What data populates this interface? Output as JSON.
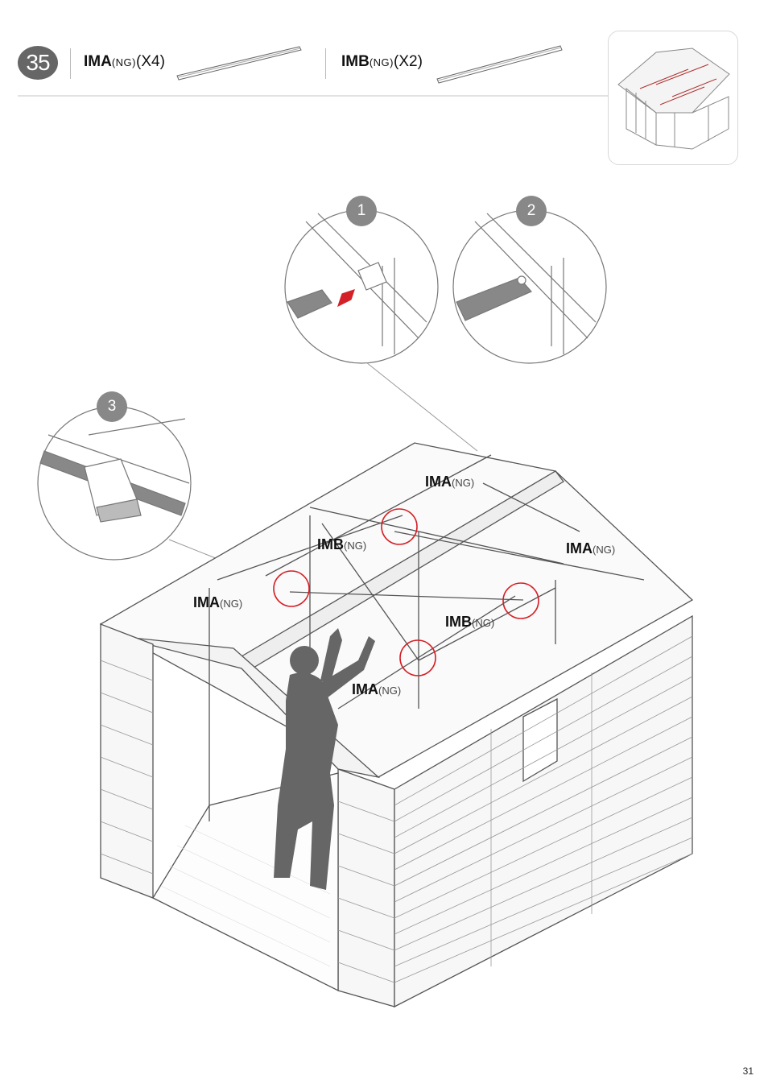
{
  "step": {
    "number": "35"
  },
  "parts": [
    {
      "code": "IMA",
      "variant": "(NG)",
      "qty": "(X4)"
    },
    {
      "code": "IMB",
      "variant": "(NG)",
      "qty": "(X2)"
    }
  ],
  "callouts": [
    "1",
    "2",
    "3"
  ],
  "diagram_labels": [
    {
      "code": "IMA",
      "variant": "(NG)"
    },
    {
      "code": "IMB",
      "variant": "(NG)"
    },
    {
      "code": "IMA",
      "variant": "(NG)"
    },
    {
      "code": "IMA",
      "variant": "(NG)"
    },
    {
      "code": "IMB",
      "variant": "(NG)"
    },
    {
      "code": "IMA",
      "variant": "(NG)"
    }
  ],
  "colors": {
    "step_circle": "#666666",
    "callout": "#888888",
    "highlight": "#d42027",
    "silhouette": "#666666"
  },
  "page": {
    "number": "31"
  }
}
